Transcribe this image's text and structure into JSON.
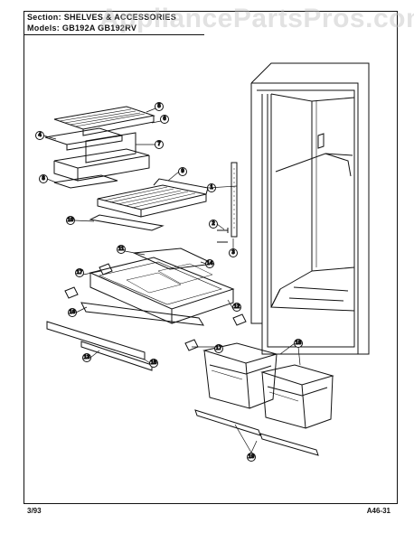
{
  "header": {
    "section": "Section: SHELVES & ACCESSORIES",
    "models": "Models: GB192A GB192RV"
  },
  "watermark": "AppliancePartsPros.com",
  "footer": {
    "date": "3/93",
    "page_code": "A46-31"
  },
  "callouts": [
    "1",
    "2",
    "3",
    "4",
    "5",
    "6",
    "7",
    "8",
    "9",
    "10",
    "11",
    "12",
    "13",
    "14",
    "15",
    "16",
    "17",
    "18",
    "19"
  ],
  "colors": {
    "ink": "#111111",
    "paper": "#ffffff",
    "watermark": "#bebebe"
  }
}
